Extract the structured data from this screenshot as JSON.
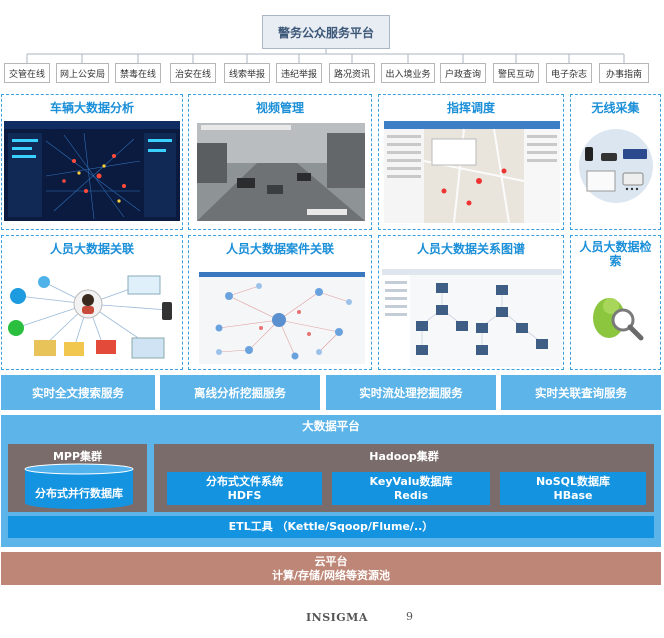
{
  "top": {
    "root": "警务公众服务平台",
    "services": [
      "交管在线",
      "网上公安局",
      "禁毒在线",
      "治安在线",
      "线索举报",
      "违纪举报",
      "路况资讯",
      "出入境业务",
      "户政查询",
      "警民互动",
      "电子杂志",
      "办事指南"
    ]
  },
  "panels": {
    "vehicle": "车辆大数据分析",
    "video": "视频管理",
    "command": "指挥调度",
    "wireless": "无线采集",
    "person_assoc": "人员大数据关联",
    "person_case": "人员大数据案件关联",
    "person_graph": "人员大数据关系图谱",
    "person_search": "人员大数据检索"
  },
  "service_bar": [
    "实时全文搜索服务",
    "离线分析挖掘服务",
    "实时流处理挖掘服务",
    "实时关联查询服务"
  ],
  "platform": {
    "title": "大数据平台",
    "mpp_title": "MPP集群",
    "mpp_db": "分布式并行数据库",
    "hadoop_title": "Hadoop集群",
    "hdfs": [
      "分布式文件系统",
      "HDFS"
    ],
    "redis": [
      "KeyValu数据库",
      "Redis"
    ],
    "hbase": [
      "NoSQL数据库",
      "HBase"
    ],
    "etl": "ETL工具 （Kettle/Sqoop/Flume/..）"
  },
  "cloud": {
    "line1": "云平台",
    "line2": "计算/存储/网络等资源池"
  },
  "footer": {
    "brand": "INSIGMA",
    "page": "9"
  }
}
